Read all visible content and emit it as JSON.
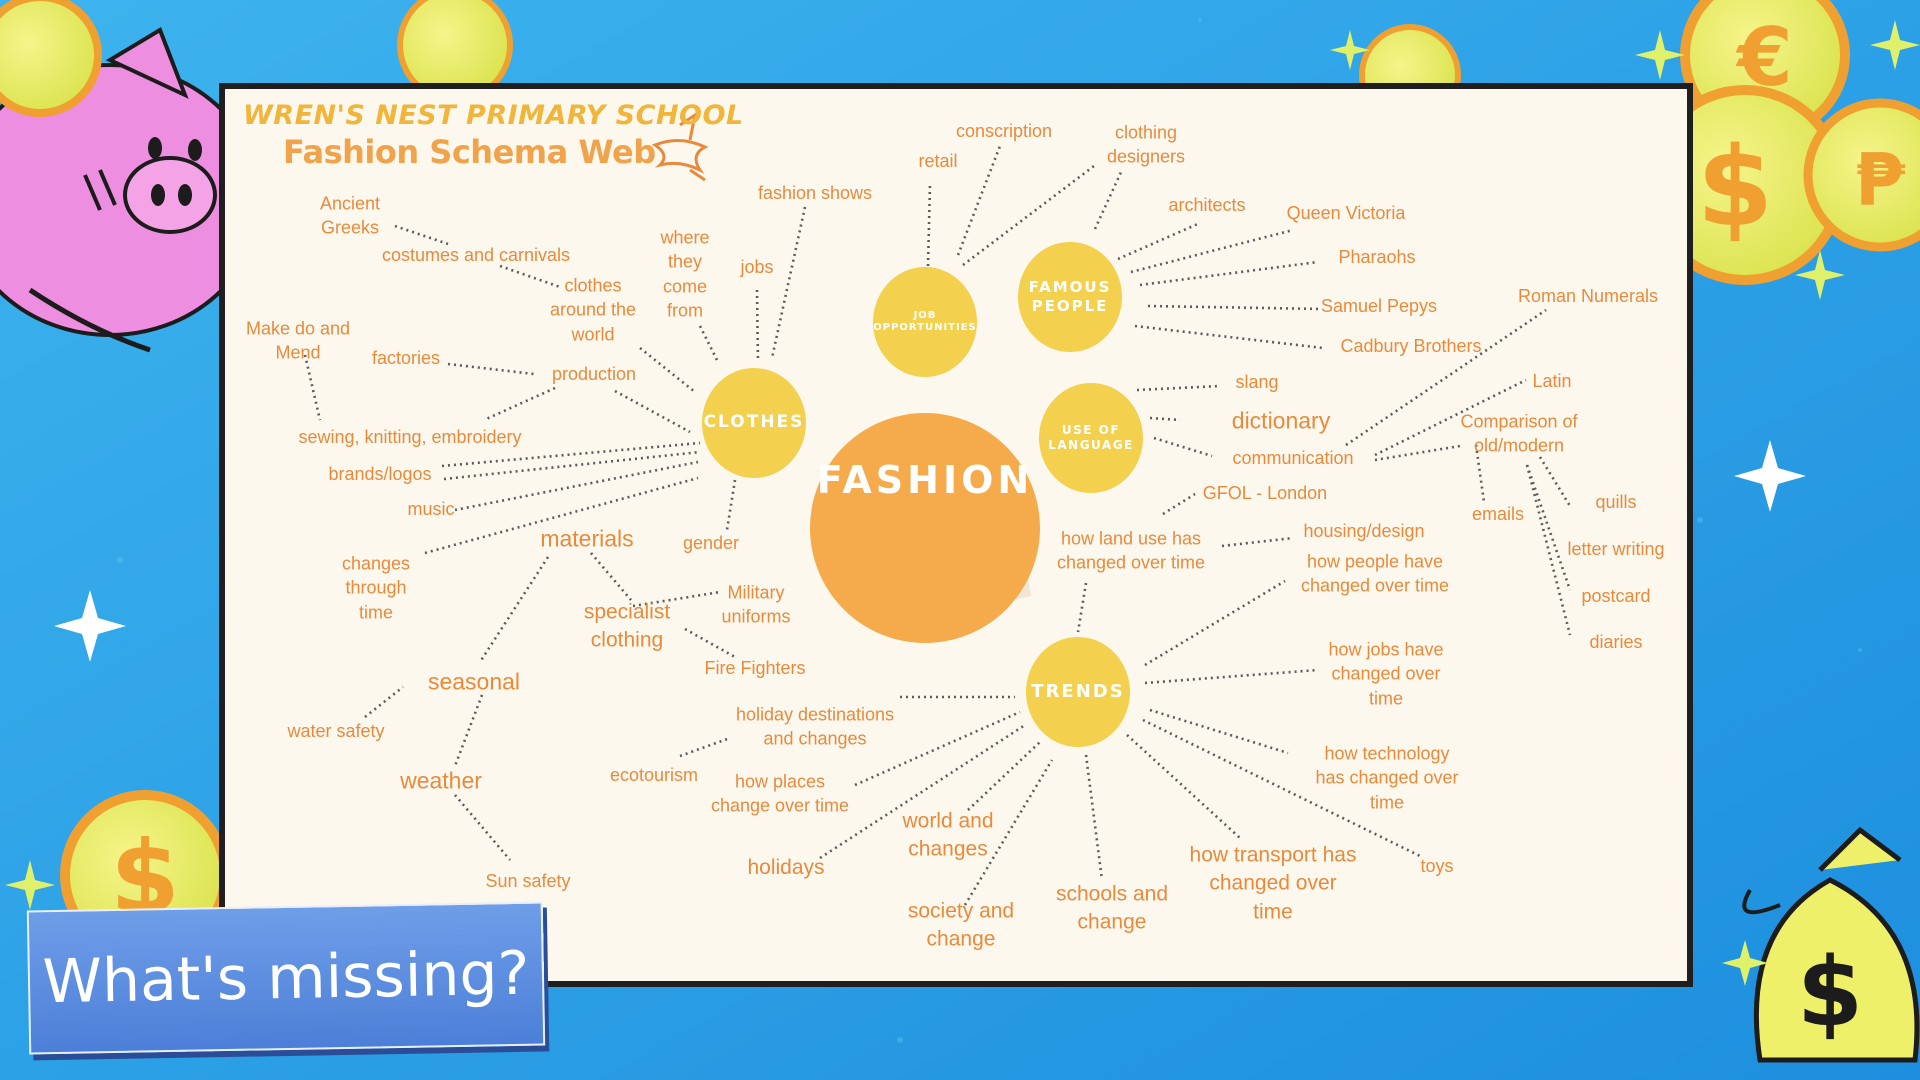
{
  "header": {
    "school_name": "WREN'S NEST PRIMARY SCHOOL",
    "title": "Fashion Schema Web"
  },
  "overlay": {
    "prompt": "What's missing?"
  },
  "colors": {
    "background": "#2fa6e8",
    "card": "#fdf8ee",
    "node_fill": "#f3d04e",
    "center_fill": "#f5ab4b",
    "label_text": "#e88a3c",
    "prompt_box": "#5b8ee0"
  },
  "decorations": [
    "piggy-bank-icon",
    "gold-coin-icon",
    "euro-coin-icon",
    "dollar-coin-icon",
    "peso-coin-icon",
    "money-bag-icon",
    "sparkle-icon",
    "magazine-icon",
    "bird-logo-icon"
  ],
  "web": {
    "center": "FASHION",
    "nodes": {
      "clothes": "CLOTHES",
      "job": "JOB\nOPPORTUNITIES",
      "famous": "FAMOUS\nPEOPLE",
      "language": "USE OF\nLANGUAGE",
      "trends": "TRENDS"
    },
    "labels": {
      "ancient_greeks": "Ancient\nGreeks",
      "costumes": "costumes and carnivals",
      "clothes_around": "clothes\naround the\nworld",
      "where_from": "where\nthey\ncome\nfrom",
      "jobs": "jobs",
      "fashion_shows": "fashion shows",
      "make_do": "Make do and\nMend",
      "factories": "factories",
      "production": "production",
      "sewing": "sewing, knitting, embroidery",
      "brands": "brands/logos",
      "music": "music",
      "materials": "materials",
      "gender": "gender",
      "changes_time": "changes\nthrough\ntime",
      "military": "Military\nuniforms",
      "specialist": "specialist\nclothing",
      "fire_fighters": "Fire Fighters",
      "seasonal": "seasonal",
      "water_safety": "water safety",
      "weather": "weather",
      "sun_safety": "Sun safety",
      "conscription": "conscription",
      "retail": "retail",
      "clothing_designers": "clothing\ndesigners",
      "architects": "architects",
      "queen_victoria": "Queen Victoria",
      "pharaohs": "Pharaohs",
      "samuel_pepys": "Samuel Pepys",
      "cadbury": "Cadbury Brothers",
      "roman_numerals": "Roman Numerals",
      "slang": "slang",
      "latin": "Latin",
      "dictionary": "dictionary",
      "comparison": "Comparison of\nold/modern",
      "communication": "communication",
      "gfol": "GFOL - London",
      "emails": "emails",
      "quills": "quills",
      "housing": "housing/design",
      "land_use": "how land use has\nchanged over time",
      "letter_writing": "letter writing",
      "people_changed": "how people have\nchanged over time",
      "postcard": "postcard",
      "diaries": "diaries",
      "jobs_changed": "how jobs have\nchanged over\ntime",
      "holiday_dest": "holiday destinations\nand changes",
      "ecotourism": "ecotourism",
      "places_change": "how places\nchange over time",
      "technology": "how technology\nhas changed over\ntime",
      "world_changes": "world and\nchanges",
      "holidays": "holidays",
      "transport": "how transport has\nchanged over\ntime",
      "toys": "toys",
      "schools": "schools and\nchange",
      "society": "society and\nchange"
    }
  }
}
